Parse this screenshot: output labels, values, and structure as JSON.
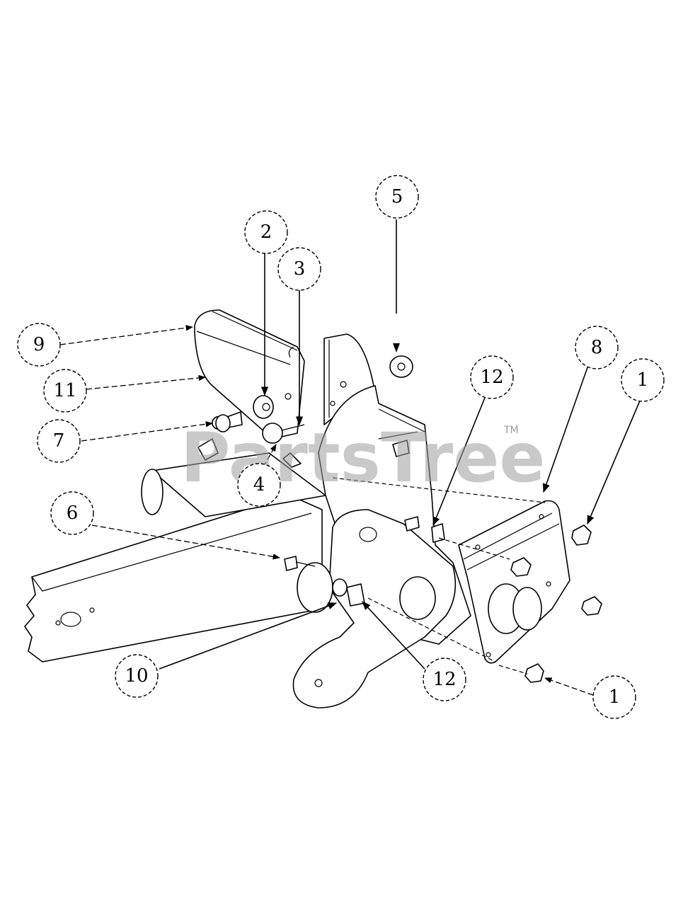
{
  "watermark": {
    "brand": "PartsTree",
    "trademark": "TM"
  },
  "callouts": [
    {
      "id": "c9",
      "label": "9"
    },
    {
      "id": "c11",
      "label": "11"
    },
    {
      "id": "c7",
      "label": "7"
    },
    {
      "id": "c2",
      "label": "2"
    },
    {
      "id": "c3",
      "label": "3"
    },
    {
      "id": "c4",
      "label": "4"
    },
    {
      "id": "c5",
      "label": "5"
    },
    {
      "id": "c6",
      "label": "6"
    },
    {
      "id": "c10",
      "label": "10"
    },
    {
      "id": "c12a",
      "label": "12"
    },
    {
      "id": "c12b",
      "label": "12"
    },
    {
      "id": "c8",
      "label": "8"
    },
    {
      "id": "c1a",
      "label": "1"
    },
    {
      "id": "c1b",
      "label": "1"
    }
  ]
}
